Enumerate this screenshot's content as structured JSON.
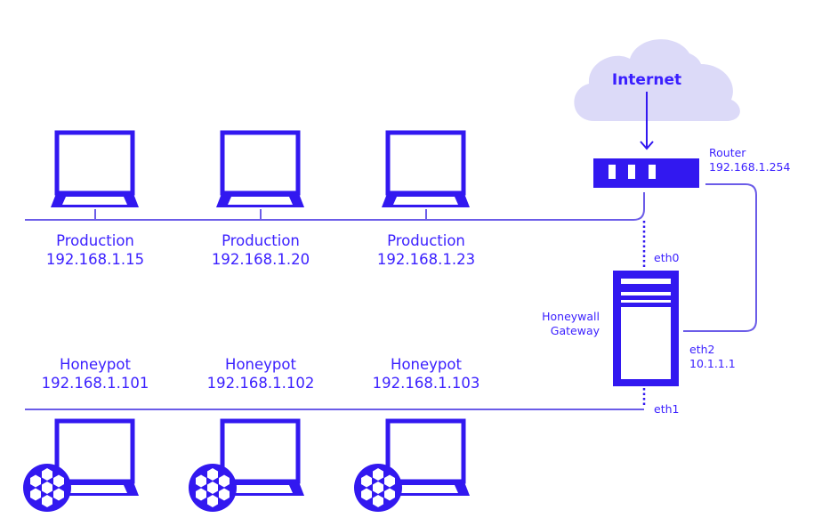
{
  "colors": {
    "primary": "#3218f0",
    "line": "#6b5ce8",
    "cloud": "#dcdaf8",
    "text": "#3a1fff"
  },
  "internet": {
    "label": "Internet",
    "icon": "cloud-icon"
  },
  "router": {
    "name": "Router",
    "ip": "192.168.1.254",
    "icon": "router-icon"
  },
  "gateway": {
    "name_line1": "Honeywall",
    "name_line2": "Gateway",
    "icon": "server-icon",
    "interfaces": {
      "eth0": "eth0",
      "eth1": "eth1",
      "eth2": "eth2",
      "eth2_ip": "10.1.1.1"
    }
  },
  "production_hosts": [
    {
      "role": "Production",
      "ip": "192.168.1.15",
      "icon": "laptop-icon"
    },
    {
      "role": "Production",
      "ip": "192.168.1.20",
      "icon": "laptop-icon"
    },
    {
      "role": "Production",
      "ip": "192.168.1.23",
      "icon": "laptop-icon"
    }
  ],
  "honeypot_hosts": [
    {
      "role": "Honeypot",
      "ip": "192.168.1.101",
      "icon": "honeypot-laptop-icon"
    },
    {
      "role": "Honeypot",
      "ip": "192.168.1.102",
      "icon": "honeypot-laptop-icon"
    },
    {
      "role": "Honeypot",
      "ip": "192.168.1.103",
      "icon": "honeypot-laptop-icon"
    }
  ]
}
